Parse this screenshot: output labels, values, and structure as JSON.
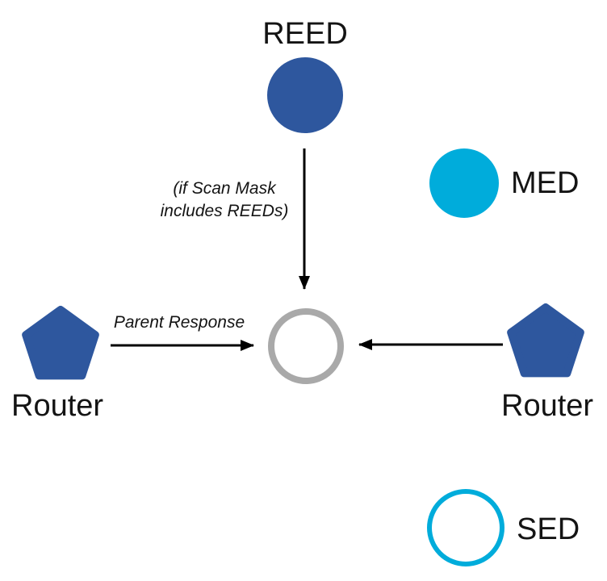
{
  "colors": {
    "node_blue": "#2E579E",
    "node_cyan": "#00ACDB",
    "outline_gray": "#A9A9A9",
    "arrow_black": "#000000",
    "label_text": "#141414"
  },
  "nodes": {
    "reed": {
      "label": "REED",
      "shape": "filled-circle"
    },
    "med": {
      "label": "MED",
      "shape": "filled-circle"
    },
    "sed": {
      "label": "SED",
      "shape": "outlined-circle"
    },
    "parent": {
      "label": "",
      "shape": "outlined-circle"
    },
    "router_left": {
      "label": "Router",
      "shape": "pentagon"
    },
    "router_right": {
      "label": "Router",
      "shape": "pentagon"
    }
  },
  "annotations": {
    "scan_mask_line1": "(if Scan Mask",
    "scan_mask_line2": "includes REEDs)",
    "parent_response": "Parent Response"
  }
}
